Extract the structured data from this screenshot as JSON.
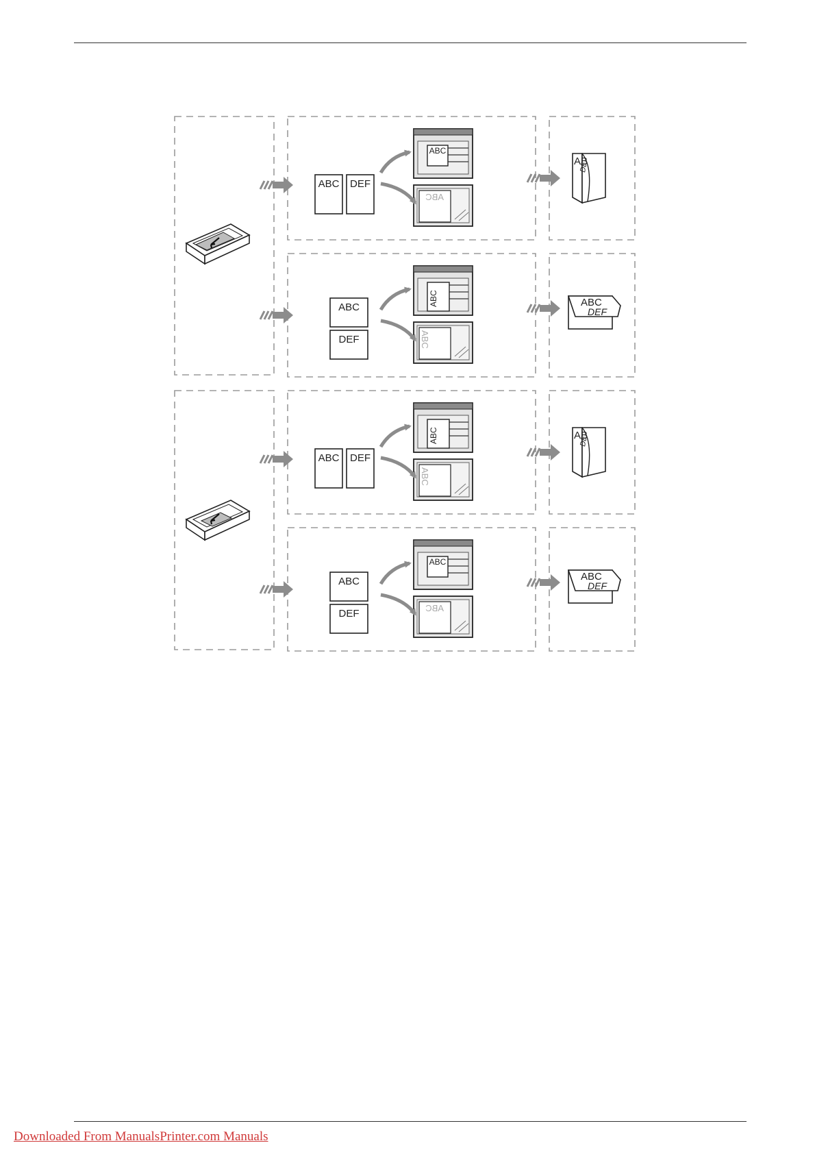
{
  "footer": {
    "link_text": "Downloaded From ManualsPrinter.com Manuals"
  },
  "diagram": {
    "rows": [
      {
        "originals": [
          "ABC",
          "DEF"
        ],
        "layout": "side-by-side",
        "feeder_label": "ABC",
        "feeder_rotated": false,
        "glass_label": "ABC",
        "glass_rotated": false,
        "result": "book",
        "result_labels": [
          "AB",
          "DE"
        ]
      },
      {
        "originals": [
          "ABC",
          "DEF"
        ],
        "layout": "stacked",
        "feeder_label": "ABC",
        "feeder_rotated": true,
        "glass_label": "ABC",
        "glass_rotated": true,
        "result": "calendar",
        "result_labels": [
          "ABC",
          "DEF"
        ]
      },
      {
        "originals": [
          "ABC",
          "DEF"
        ],
        "layout": "side-by-side",
        "feeder_label": "ABC",
        "feeder_rotated": true,
        "glass_label": "ABC",
        "glass_rotated": true,
        "result": "book",
        "result_labels": [
          "AB",
          "DE"
        ]
      },
      {
        "originals": [
          "ABC",
          "DEF"
        ],
        "layout": "stacked",
        "feeder_label": "ABC",
        "feeder_rotated": false,
        "glass_label": "ABC",
        "glass_rotated": false,
        "result": "calendar",
        "result_labels": [
          "ABC",
          "DEF"
        ]
      }
    ],
    "trays": [
      {
        "orientation": "landscape-feed"
      },
      {
        "orientation": "portrait-feed"
      }
    ],
    "colors": {
      "border": "#9a9a9a",
      "line": "#222222",
      "arrow": "#8c8c8c",
      "faint_text": "#aaaaaa"
    }
  }
}
